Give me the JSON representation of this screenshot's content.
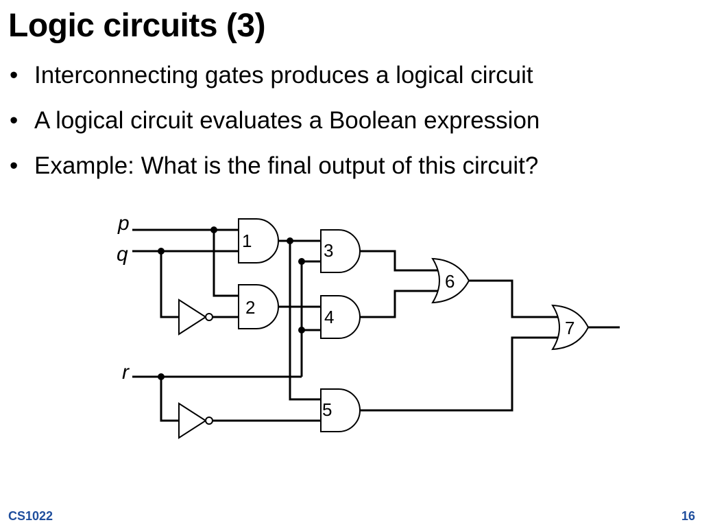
{
  "slide": {
    "title": "Logic circuits (3)",
    "bullets": [
      "Interconnecting gates produces a logical circuit",
      "A logical circuit evaluates a Boolean expression",
      "Example: What is the final output of this circuit?"
    ]
  },
  "circuit": {
    "inputs": [
      "p",
      "q",
      "r"
    ],
    "gates": [
      {
        "label": "1",
        "type": "AND"
      },
      {
        "label": "2",
        "type": "AND"
      },
      {
        "label": "3",
        "type": "AND"
      },
      {
        "label": "4",
        "type": "AND"
      },
      {
        "label": "5",
        "type": "AND"
      },
      {
        "label": "6",
        "type": "OR"
      },
      {
        "label": "7",
        "type": "OR"
      }
    ],
    "inverters": 2
  },
  "footer": {
    "course": "CS1022",
    "page": "16"
  }
}
